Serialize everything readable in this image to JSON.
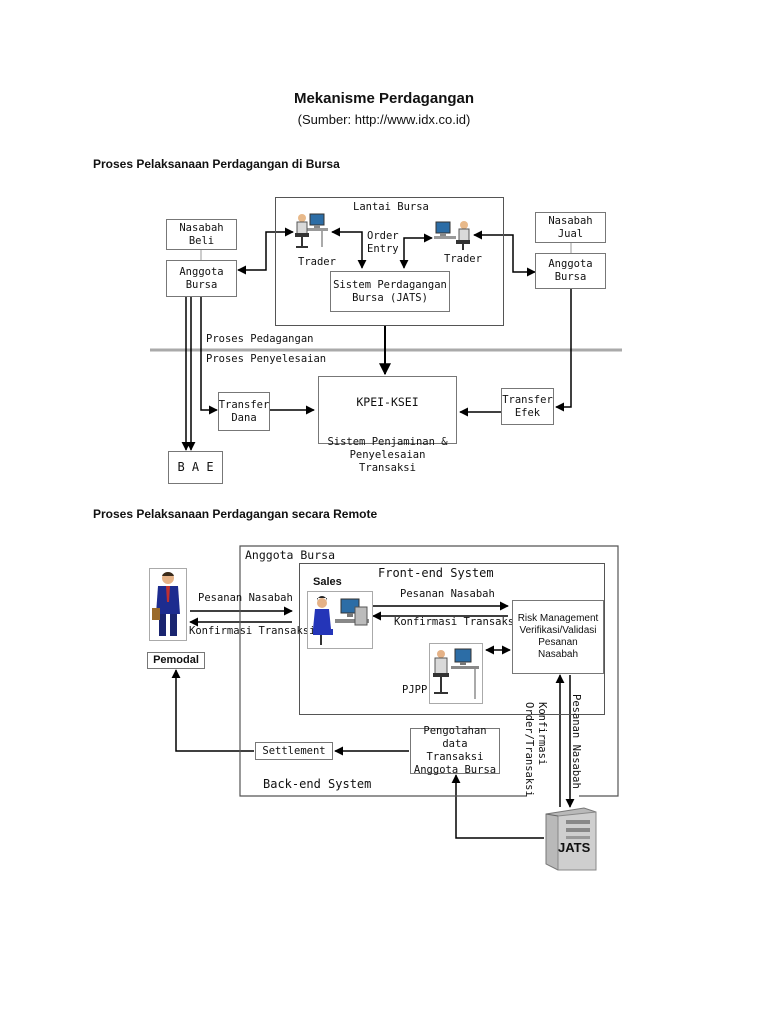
{
  "title": "Mekanisme Perdagangan",
  "source": "(Sumber: http://www.idx.co.id)",
  "section1": {
    "heading": "Proses Pelaksanaan Perdagangan di Bursa",
    "lantai_bursa": "Lantai Bursa",
    "nasabah_beli": "Nasabah\nBeli",
    "anggota_bursa_left": "Anggota\nBursa",
    "trader_left": "Trader",
    "order_entry": "Order\nEntry",
    "trader_right": "Trader",
    "jats": "Sistem Perdagangan\nBursa (JATS)",
    "nasabah_jual": "Nasabah\nJual",
    "anggota_bursa_right": "Anggota\nBursa",
    "proses_pedagangan": "Proses Pedagangan",
    "proses_penyelesaian": "Proses Penyelesaian",
    "kpei_ksei": "KPEI-KSEI",
    "sistem_penjaminan": "Sistem Penjaminan &\nPenyelesaian Transaksi",
    "transfer_dana": "Transfer\nDana",
    "transfer_efek": "Transfer\nEfek",
    "bae": "B A E"
  },
  "section2": {
    "heading": "Proses Pelaksanaan Perdagangan secara Remote",
    "anggota_bursa": "Anggota Bursa",
    "front_end": "Front-end System",
    "sales": "Sales",
    "pesanan_nasabah_1": "Pesanan Nasabah",
    "konfirmasi_transaksi_1": "Konfirmasi Transaksi",
    "pesanan_nasabah_2": "Pesanan Nasabah",
    "konfirmasi_transaksi_2": "Konfirmasi Transaksi",
    "risk_management": "Risk Management\nVerifikasi/Validasi\nPesanan\nNasabah",
    "pjpp": "PJPP",
    "pemodal": "Pemodal",
    "settlement": "Settlement",
    "pengolahan": "Pengolahan\ndata Transaksi\nAnggota Bursa",
    "back_end": "Back-end System",
    "konfirmasi_order": "Konfirmasi\nOrder/Transaksi",
    "pesanan_nasabah_vert": "Pesanan Nasabah",
    "jats": "JATS"
  },
  "icons": [
    "trader-at-computer-icon",
    "businessman-icon",
    "server-icon"
  ]
}
